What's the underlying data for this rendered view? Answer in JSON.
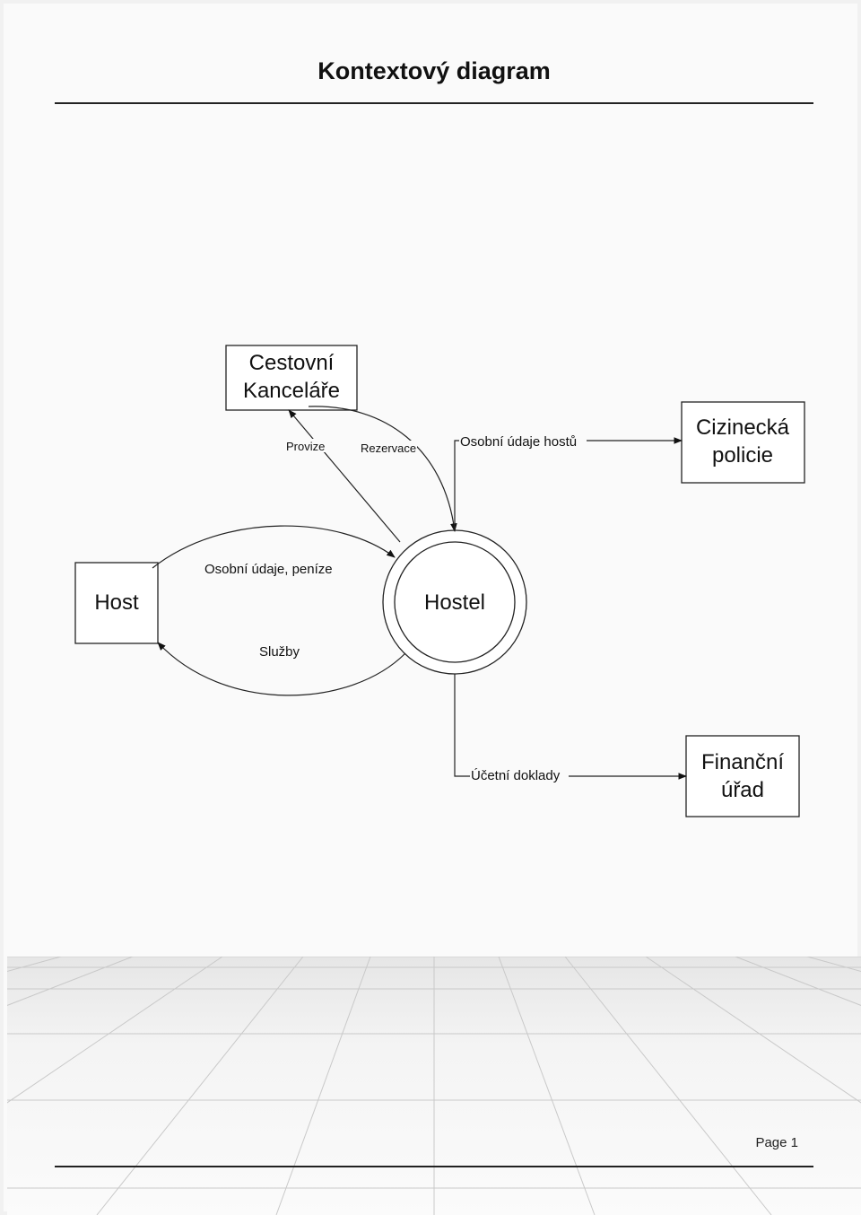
{
  "page": {
    "title": "Kontextový diagram",
    "page_label": "Page 1"
  },
  "diagram": {
    "process": "Hostel",
    "entities": {
      "cestovni": [
        "Cestovní",
        "Kanceláře"
      ],
      "host": "Host",
      "cizinecka": [
        "Cizinecká",
        "policie"
      ],
      "financni": [
        "Finanční",
        "úřad"
      ]
    },
    "flows": {
      "provize": "Provize",
      "rezervace": "Rezervace",
      "osobni_udaje_hostu": "Osobní údaje hostů",
      "osobni_udaje_penize": "Osobní údaje, peníze",
      "sluzby": "Služby",
      "ucetni_doklady": "Účetní doklady"
    }
  }
}
